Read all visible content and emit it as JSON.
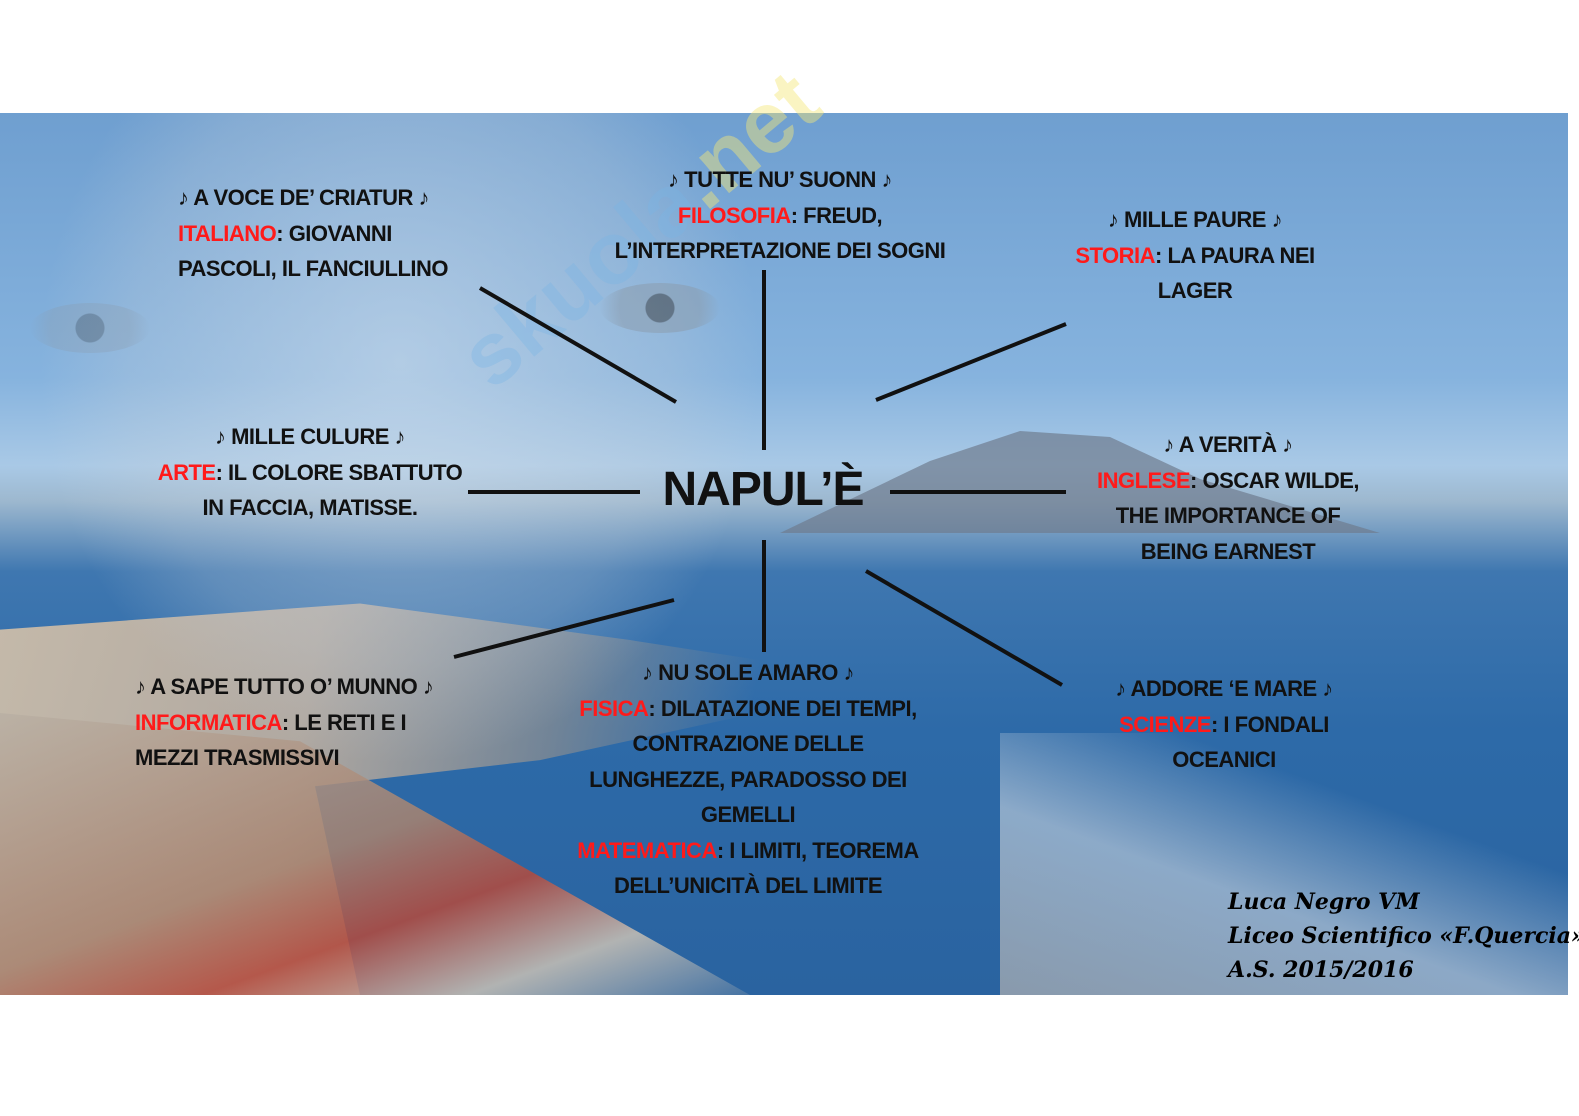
{
  "watermark": {
    "text": "skuola",
    "suffix": ".net"
  },
  "center": {
    "title": "NAPUL’È"
  },
  "note_icon": "♪",
  "colors": {
    "subject": "#ff1a1a",
    "text": "#111111",
    "lines": "#111111"
  },
  "nodes": [
    {
      "id": "italiano",
      "song": "A VOCE DE’ CRIATUR",
      "align": "left",
      "segments": [
        {
          "subject": "ITALIANO",
          "lines": [
            ": GIOVANNI",
            "PASCOLI, IL FANCIULLINO"
          ]
        }
      ]
    },
    {
      "id": "filosofia",
      "song": "TUTTE NU’ SUONN",
      "align": "center",
      "segments": [
        {
          "subject": "FILOSOFIA",
          "lines": [
            ": FREUD,",
            "L’INTERPRETAZIONE DEI SOGNI"
          ]
        }
      ]
    },
    {
      "id": "storia",
      "song": "MILLE PAURE",
      "align": "center",
      "segments": [
        {
          "subject": "STORIA",
          "lines": [
            ": LA PAURA NEI",
            "LAGER"
          ]
        }
      ]
    },
    {
      "id": "arte",
      "song": "MILLE CULURE",
      "align": "center",
      "segments": [
        {
          "subject": "ARTE",
          "lines": [
            ": IL COLORE SBATTUTO",
            "IN FACCIA, MATISSE."
          ]
        }
      ]
    },
    {
      "id": "inglese",
      "song": "A VERITÀ",
      "align": "center",
      "segments": [
        {
          "subject": "INGLESE",
          "lines": [
            ": OSCAR WILDE,",
            "THE IMPORTANCE OF",
            "BEING EARNEST"
          ]
        }
      ]
    },
    {
      "id": "informatica",
      "song": "A SAPE TUTTO O’ MUNNO",
      "align": "left",
      "segments": [
        {
          "subject": "INFORMATICA",
          "lines": [
            ": LE RETI E I",
            "MEZZI TRASMISSIVI"
          ]
        }
      ]
    },
    {
      "id": "fisica-matematica",
      "song": "NU SOLE AMARO",
      "align": "center",
      "segments": [
        {
          "subject": "FISICA",
          "lines": [
            ": DILATAZIONE DEI TEMPI,",
            "CONTRAZIONE DELLE",
            "LUNGHEZZE, PARADOSSO DEI",
            "GEMELLI"
          ]
        },
        {
          "subject": "MATEMATICA",
          "lines": [
            ": I LIMITI, TEOREMA",
            "DELL’UNICITÀ DEL LIMITE"
          ]
        }
      ]
    },
    {
      "id": "scienze",
      "song": "ADDORE ‘E MARE",
      "align": "center",
      "segments": [
        {
          "subject": "SCIENZE",
          "lines": [
            ": I FONDALI",
            "OCEANICI"
          ]
        }
      ]
    }
  ],
  "signature": {
    "author": "Luca Negro VM",
    "school": "Liceo Scientifico «F.Quercia»",
    "year": "A.S. 2015/2016"
  }
}
